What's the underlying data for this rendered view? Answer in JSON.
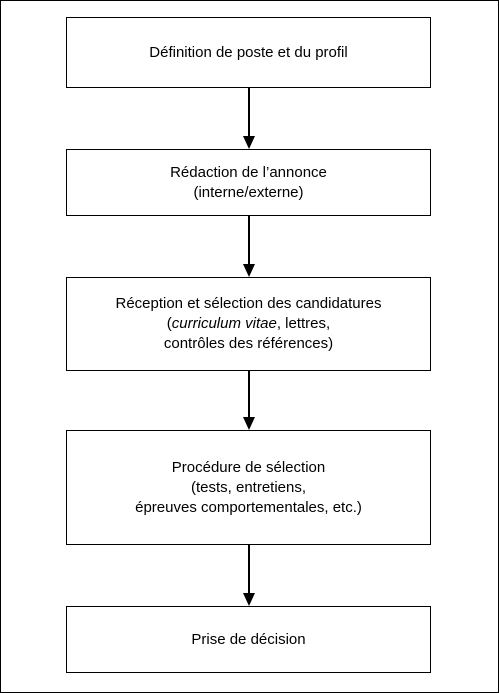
{
  "flowchart": {
    "steps": [
      {
        "lines": [
          {
            "parts": [
              {
                "text": "Définition de poste et du profil"
              }
            ]
          }
        ]
      },
      {
        "lines": [
          {
            "parts": [
              {
                "text": "Rédaction de l’annonce"
              }
            ]
          },
          {
            "parts": [
              {
                "text": "(interne/externe)"
              }
            ]
          }
        ]
      },
      {
        "lines": [
          {
            "parts": [
              {
                "text": "Réception et sélection des candidatures"
              }
            ]
          },
          {
            "parts": [
              {
                "text": "("
              },
              {
                "text": "curriculum vitae",
                "italic": true
              },
              {
                "text": ", lettres,"
              }
            ]
          },
          {
            "parts": [
              {
                "text": "contrôles des références)"
              }
            ]
          }
        ]
      },
      {
        "lines": [
          {
            "parts": [
              {
                "text": "Procédure de sélection"
              }
            ]
          },
          {
            "parts": [
              {
                "text": "(tests, entretiens,"
              }
            ]
          },
          {
            "parts": [
              {
                "text": "épreuves comportementales, etc.)"
              }
            ]
          }
        ]
      },
      {
        "lines": [
          {
            "parts": [
              {
                "text": "Prise de décision"
              }
            ]
          }
        ]
      }
    ],
    "colors": {
      "border": "#000000",
      "text": "#000000",
      "background": "#ffffff"
    }
  }
}
